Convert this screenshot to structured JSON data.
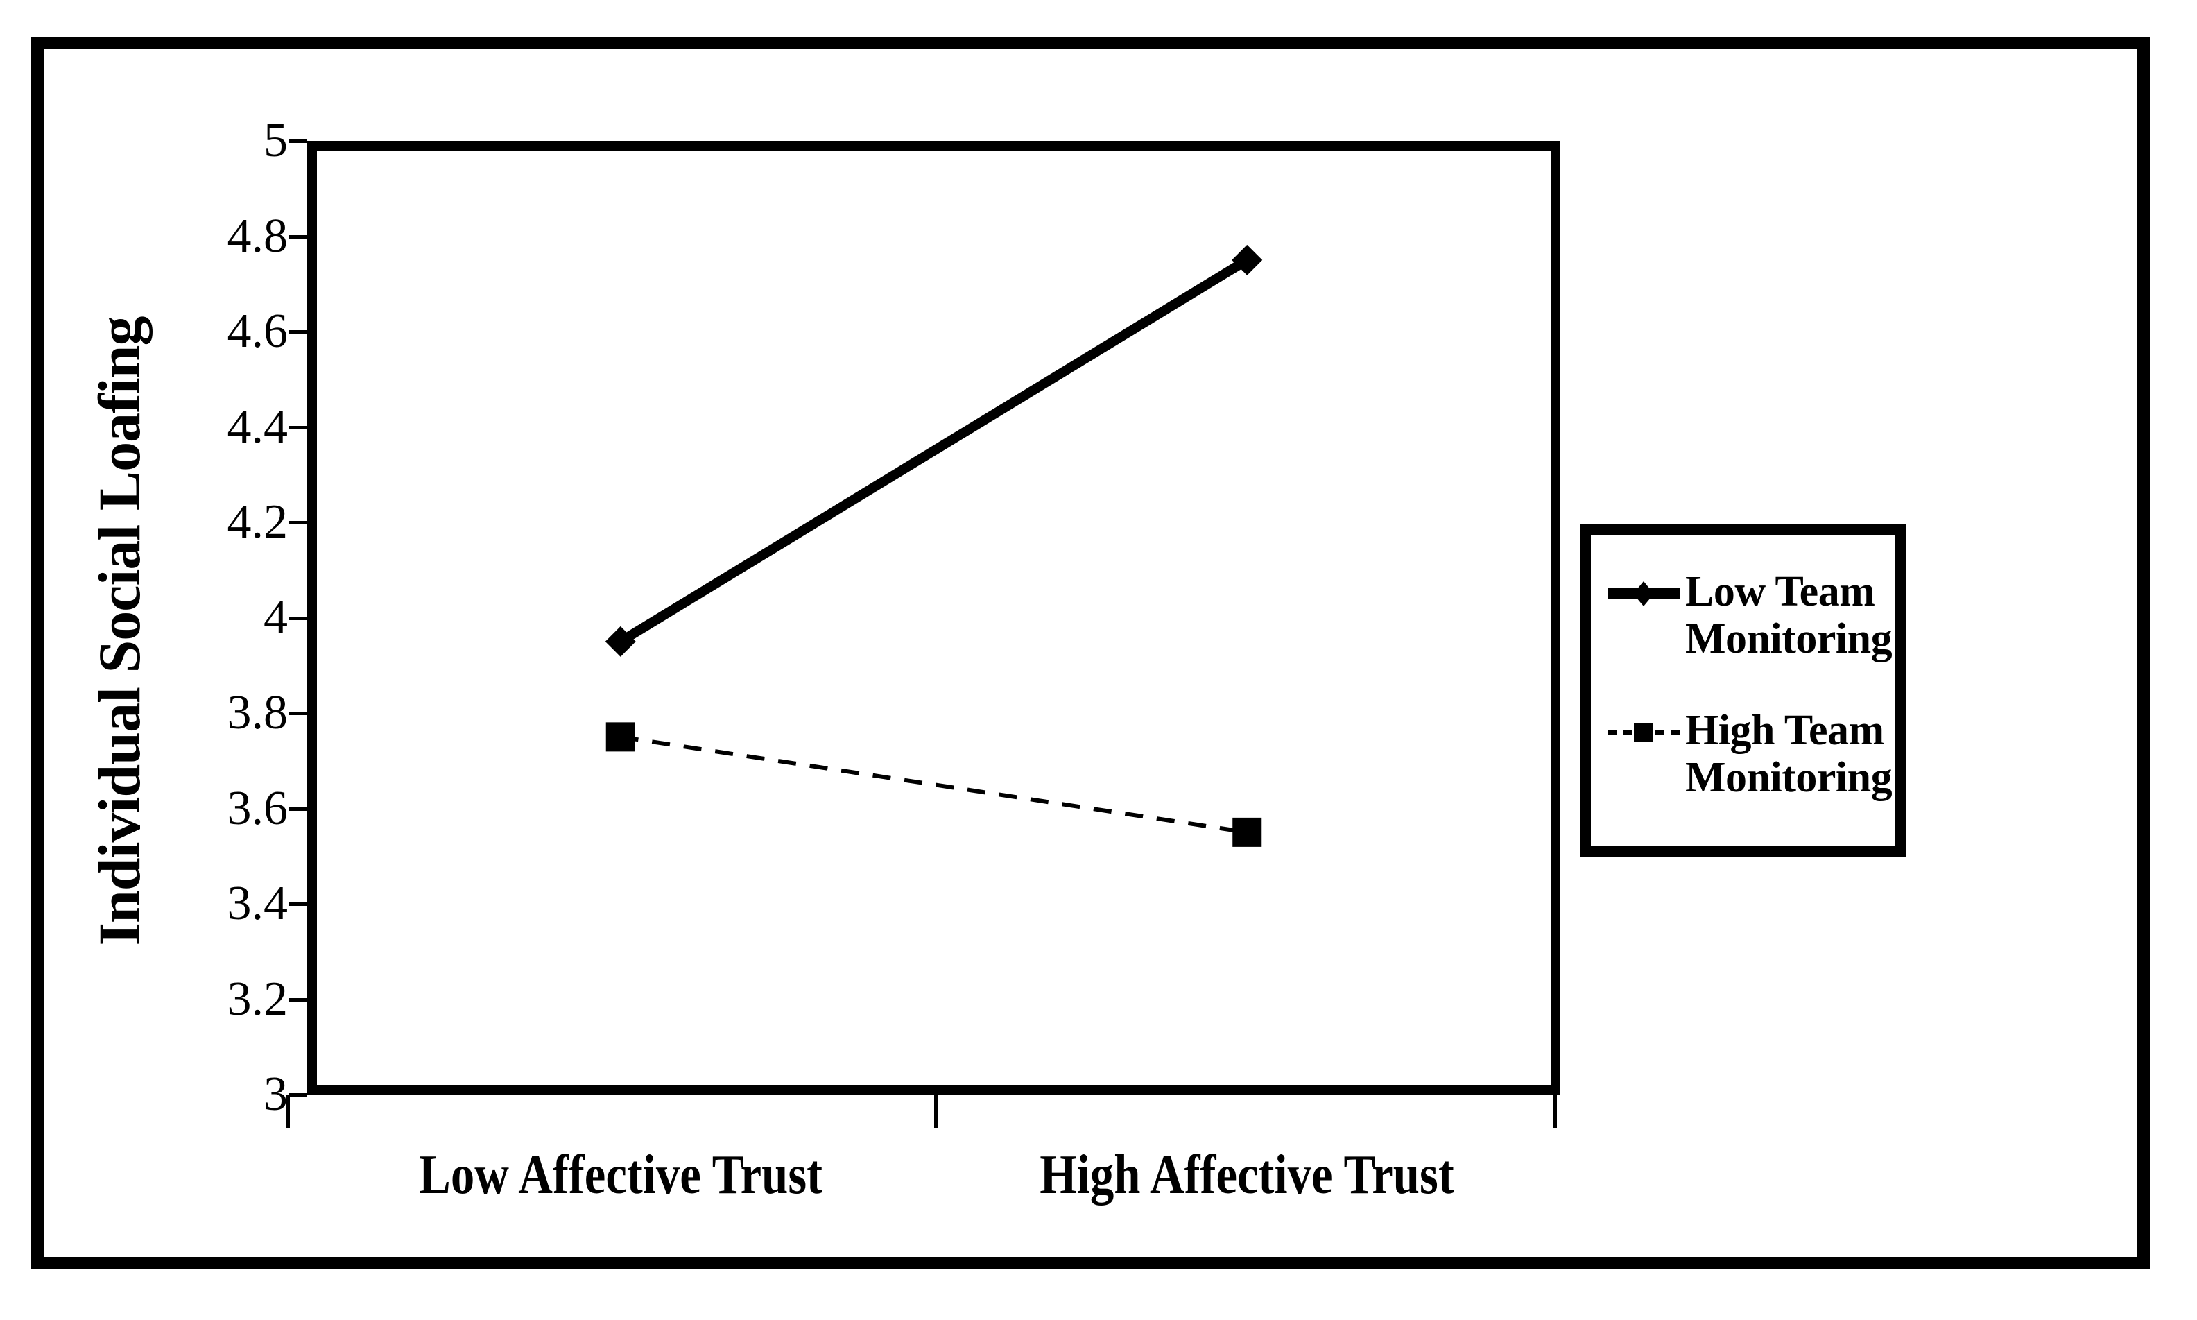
{
  "chart_data": {
    "type": "line",
    "title": "",
    "xlabel": "",
    "ylabel": "Individual Social Loafing",
    "categories": [
      "Low Affective Trust",
      "High Affective Trust"
    ],
    "ylim": [
      3,
      5
    ],
    "ytick_step": 0.2,
    "ytick_labels": [
      "5",
      "4.8",
      "4.6",
      "4.4",
      "4.2",
      "4",
      "3.8",
      "3.6",
      "3.4",
      "3.2",
      "3"
    ],
    "ytick_values": [
      5,
      4.8,
      4.6,
      4.4,
      4.2,
      4,
      3.8,
      3.6,
      3.4,
      3.2,
      3
    ],
    "grid": false,
    "legend_position": "right",
    "series": [
      {
        "name": "Low Team Monitoring",
        "values": [
          3.95,
          4.75
        ],
        "line_style": "solid",
        "marker": "diamond",
        "color": "#000000",
        "line_width": 14
      },
      {
        "name": "High Team Monitoring",
        "values": [
          3.75,
          3.55
        ],
        "line_style": "dashed",
        "marker": "square",
        "color": "#000000",
        "line_width": 6
      }
    ]
  },
  "axis": {
    "y_title": "Individual Social Loafing",
    "x_labels": [
      "Low Affective Trust",
      "High Affective Trust"
    ]
  },
  "legend": {
    "entries": [
      {
        "label": "Low Team Monitoring",
        "marker": "diamond",
        "line_style": "solid"
      },
      {
        "label": "High Team Monitoring",
        "marker": "square",
        "line_style": "dashed"
      }
    ]
  },
  "colors": {
    "ink": "#000000",
    "background": "#ffffff"
  }
}
